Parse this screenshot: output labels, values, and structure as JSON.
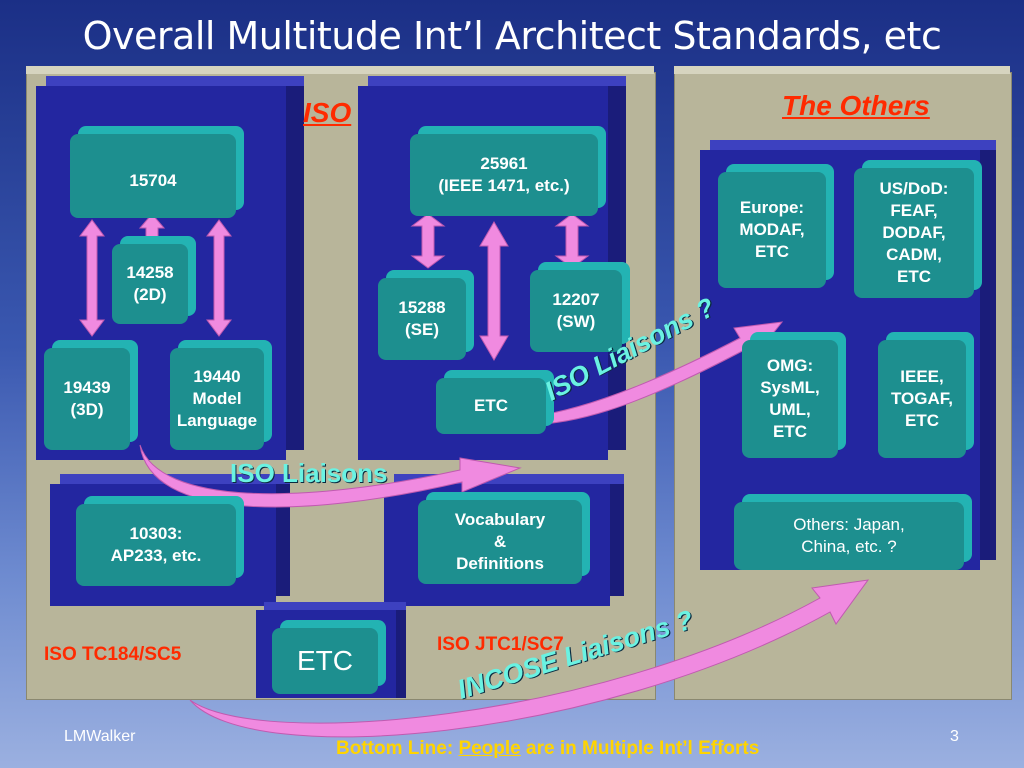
{
  "title": "Overall Multitude Int’l Architect Standards, etc",
  "labels": {
    "iso": "ISO",
    "the_others": "The Others",
    "tc184": "ISO TC184/SC5",
    "jtc1": "ISO JTC1/SC7",
    "iso_liaisons_1": "ISO Liaisons",
    "iso_liaisons_2": "ISO Liaisons ?",
    "incose_liaisons": "INCOSE Liaisons ?"
  },
  "boxes": {
    "b15704": "15704",
    "b14258": "14258\n(2D)",
    "b19439": "19439\n(3D)",
    "b19440": "19440\nModel\nLanguage",
    "b10303": "10303:\nAP233, etc.",
    "b25961": "25961\n(IEEE 1471, etc.)",
    "b15288": "15288\n(SE)",
    "b12207": "12207\n(SW)",
    "b_etc_mid": "ETC",
    "b_vocab": "Vocabulary\n&\nDefinitions",
    "b_etc_bottom": "ETC",
    "b_europe": "Europe:\nMODAF,\nETC",
    "b_usdod": "US/DoD:\nFEAF,\nDODAF,\nCADM,\nETC",
    "b_omg": "OMG:\nSysML,\nUML,\nETC",
    "b_ieee": "IEEE,\nTOGAF,\nETC",
    "b_others": "Others: Japan,\nChina, etc. ?"
  },
  "footer": {
    "author": "LMWalker",
    "page": "3",
    "bottom_prefix": "Bottom Line: ",
    "bottom_people": "People",
    "bottom_suffix": " are in Multiple Int’l Efforts"
  }
}
